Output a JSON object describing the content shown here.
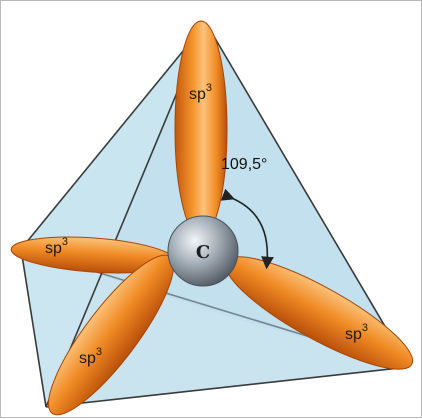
{
  "diagram": {
    "atom_label": "C",
    "angle_label": "109,5°",
    "lobes": [
      {
        "id": "top",
        "base": "sp",
        "exp": "3"
      },
      {
        "id": "left",
        "base": "sp",
        "exp": "3"
      },
      {
        "id": "bottom-left",
        "base": "sp",
        "exp": "3"
      },
      {
        "id": "right",
        "base": "sp",
        "exp": "3"
      }
    ]
  },
  "colors": {
    "tetra_fill": "#cde6f1",
    "tetra_edge": "#3a3a3a",
    "lobe_main": "#f08a24",
    "lobe_light": "#fbc27a",
    "lobe_dark": "#c4580d",
    "atom_light": "#e9eef2",
    "atom_dark": "#6e7780"
  }
}
